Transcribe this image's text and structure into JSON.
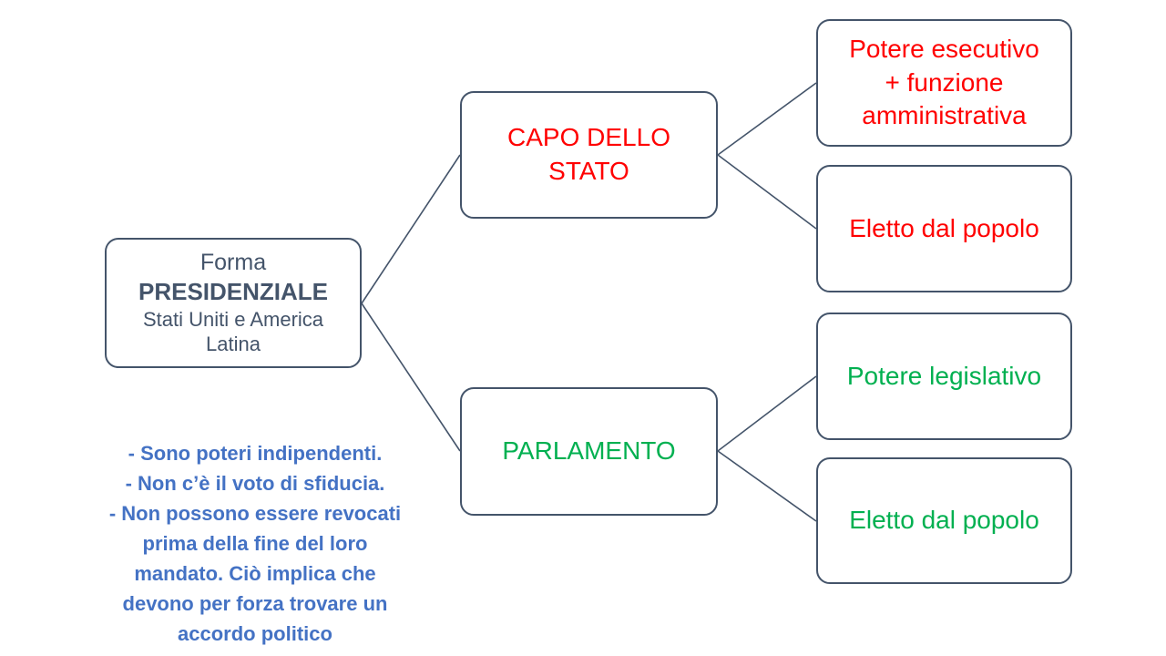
{
  "colors": {
    "border": "#44546A",
    "root_text": "#44546A",
    "red": "#FF0000",
    "green": "#00B050",
    "note_blue": "#4472C4"
  },
  "root_box": {
    "line1": "Forma",
    "line2": "PRESIDENZIALE",
    "subtitle_lines": [
      "Stati Uniti e America",
      "Latina"
    ],
    "subtitle_full": "Stati Uniti e America Latina"
  },
  "branches": [
    {
      "label": "CAPO DELLO STATO",
      "sublines": [
        "CAPO DELLO",
        "STATO"
      ],
      "color": "#FF0000",
      "children": [
        {
          "label": "Potere esecutivo + funzione amministrativa",
          "sublines": [
            "Potere esecutivo",
            "+ funzione",
            "amministrativa"
          ]
        },
        {
          "label": "Eletto dal popolo",
          "sublines": [
            "Eletto dal popolo"
          ]
        }
      ]
    },
    {
      "label": "PARLAMENTO",
      "sublines": [
        "PARLAMENTO"
      ],
      "color": "#00B050",
      "children": [
        {
          "label": "Potere legislativo",
          "sublines": [
            "Potere legislativo"
          ]
        },
        {
          "label": "Eletto dal popolo",
          "sublines": [
            "Eletto dal popolo"
          ]
        }
      ]
    }
  ],
  "note": {
    "full_text": "- Sono poteri indipendenti. - Non c’è il voto di sfiducia. - Non possono essere revocati prima della fine del loro mandato. Ciò implica che devono per forza trovare un accordo politico",
    "lines": [
      "- Sono poteri indipendenti.",
      "- Non c’è il voto di sfiducia.",
      "- Non possono essere revocati",
      "prima della fine del loro",
      "mandato. Ciò implica che",
      "devono per forza trovare un",
      "accordo politico"
    ]
  }
}
